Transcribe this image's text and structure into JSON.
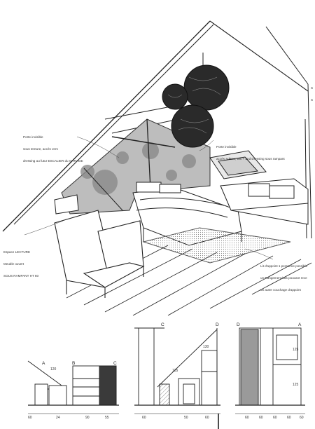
{
  "sketch": {
    "annotations": {
      "left_top": [
        "Porte invisible",
        "sous tenture, accès vers",
        "dressing au futur ESCALIER du GARAGE"
      ],
      "center_right": [
        "Porte invisible",
        "accès SdEau, Wc + 2nd Dressing sous rampant"
      ],
      "left_bottom": [
        "Espace LECTURE",
        "Meuble ouvert",
        "SOUS RAMPANT HT 60"
      ],
      "right_bottom": [
        "Lit d'appoint 1 personne possible",
        "un Rangement bas pouvant rece",
        "un autre couchage d'appoint"
      ],
      "top_right_edge": [
        "S",
        "S"
      ]
    }
  },
  "elevations": {
    "panel1": {
      "letters": [
        "A"
      ],
      "dims": [
        "60",
        "24",
        "120"
      ]
    },
    "panel2": {
      "letters": [
        "B",
        "C"
      ],
      "dims": [
        "90",
        "55"
      ]
    },
    "panel3": {
      "letters": [
        "C",
        "D"
      ],
      "dims": [
        "60",
        "50",
        "60",
        "135",
        "130"
      ]
    },
    "panel4": {
      "letters": [
        "D",
        "A"
      ],
      "dims": [
        "60",
        "60",
        "60",
        "60",
        "60",
        "125",
        "125"
      ]
    }
  }
}
